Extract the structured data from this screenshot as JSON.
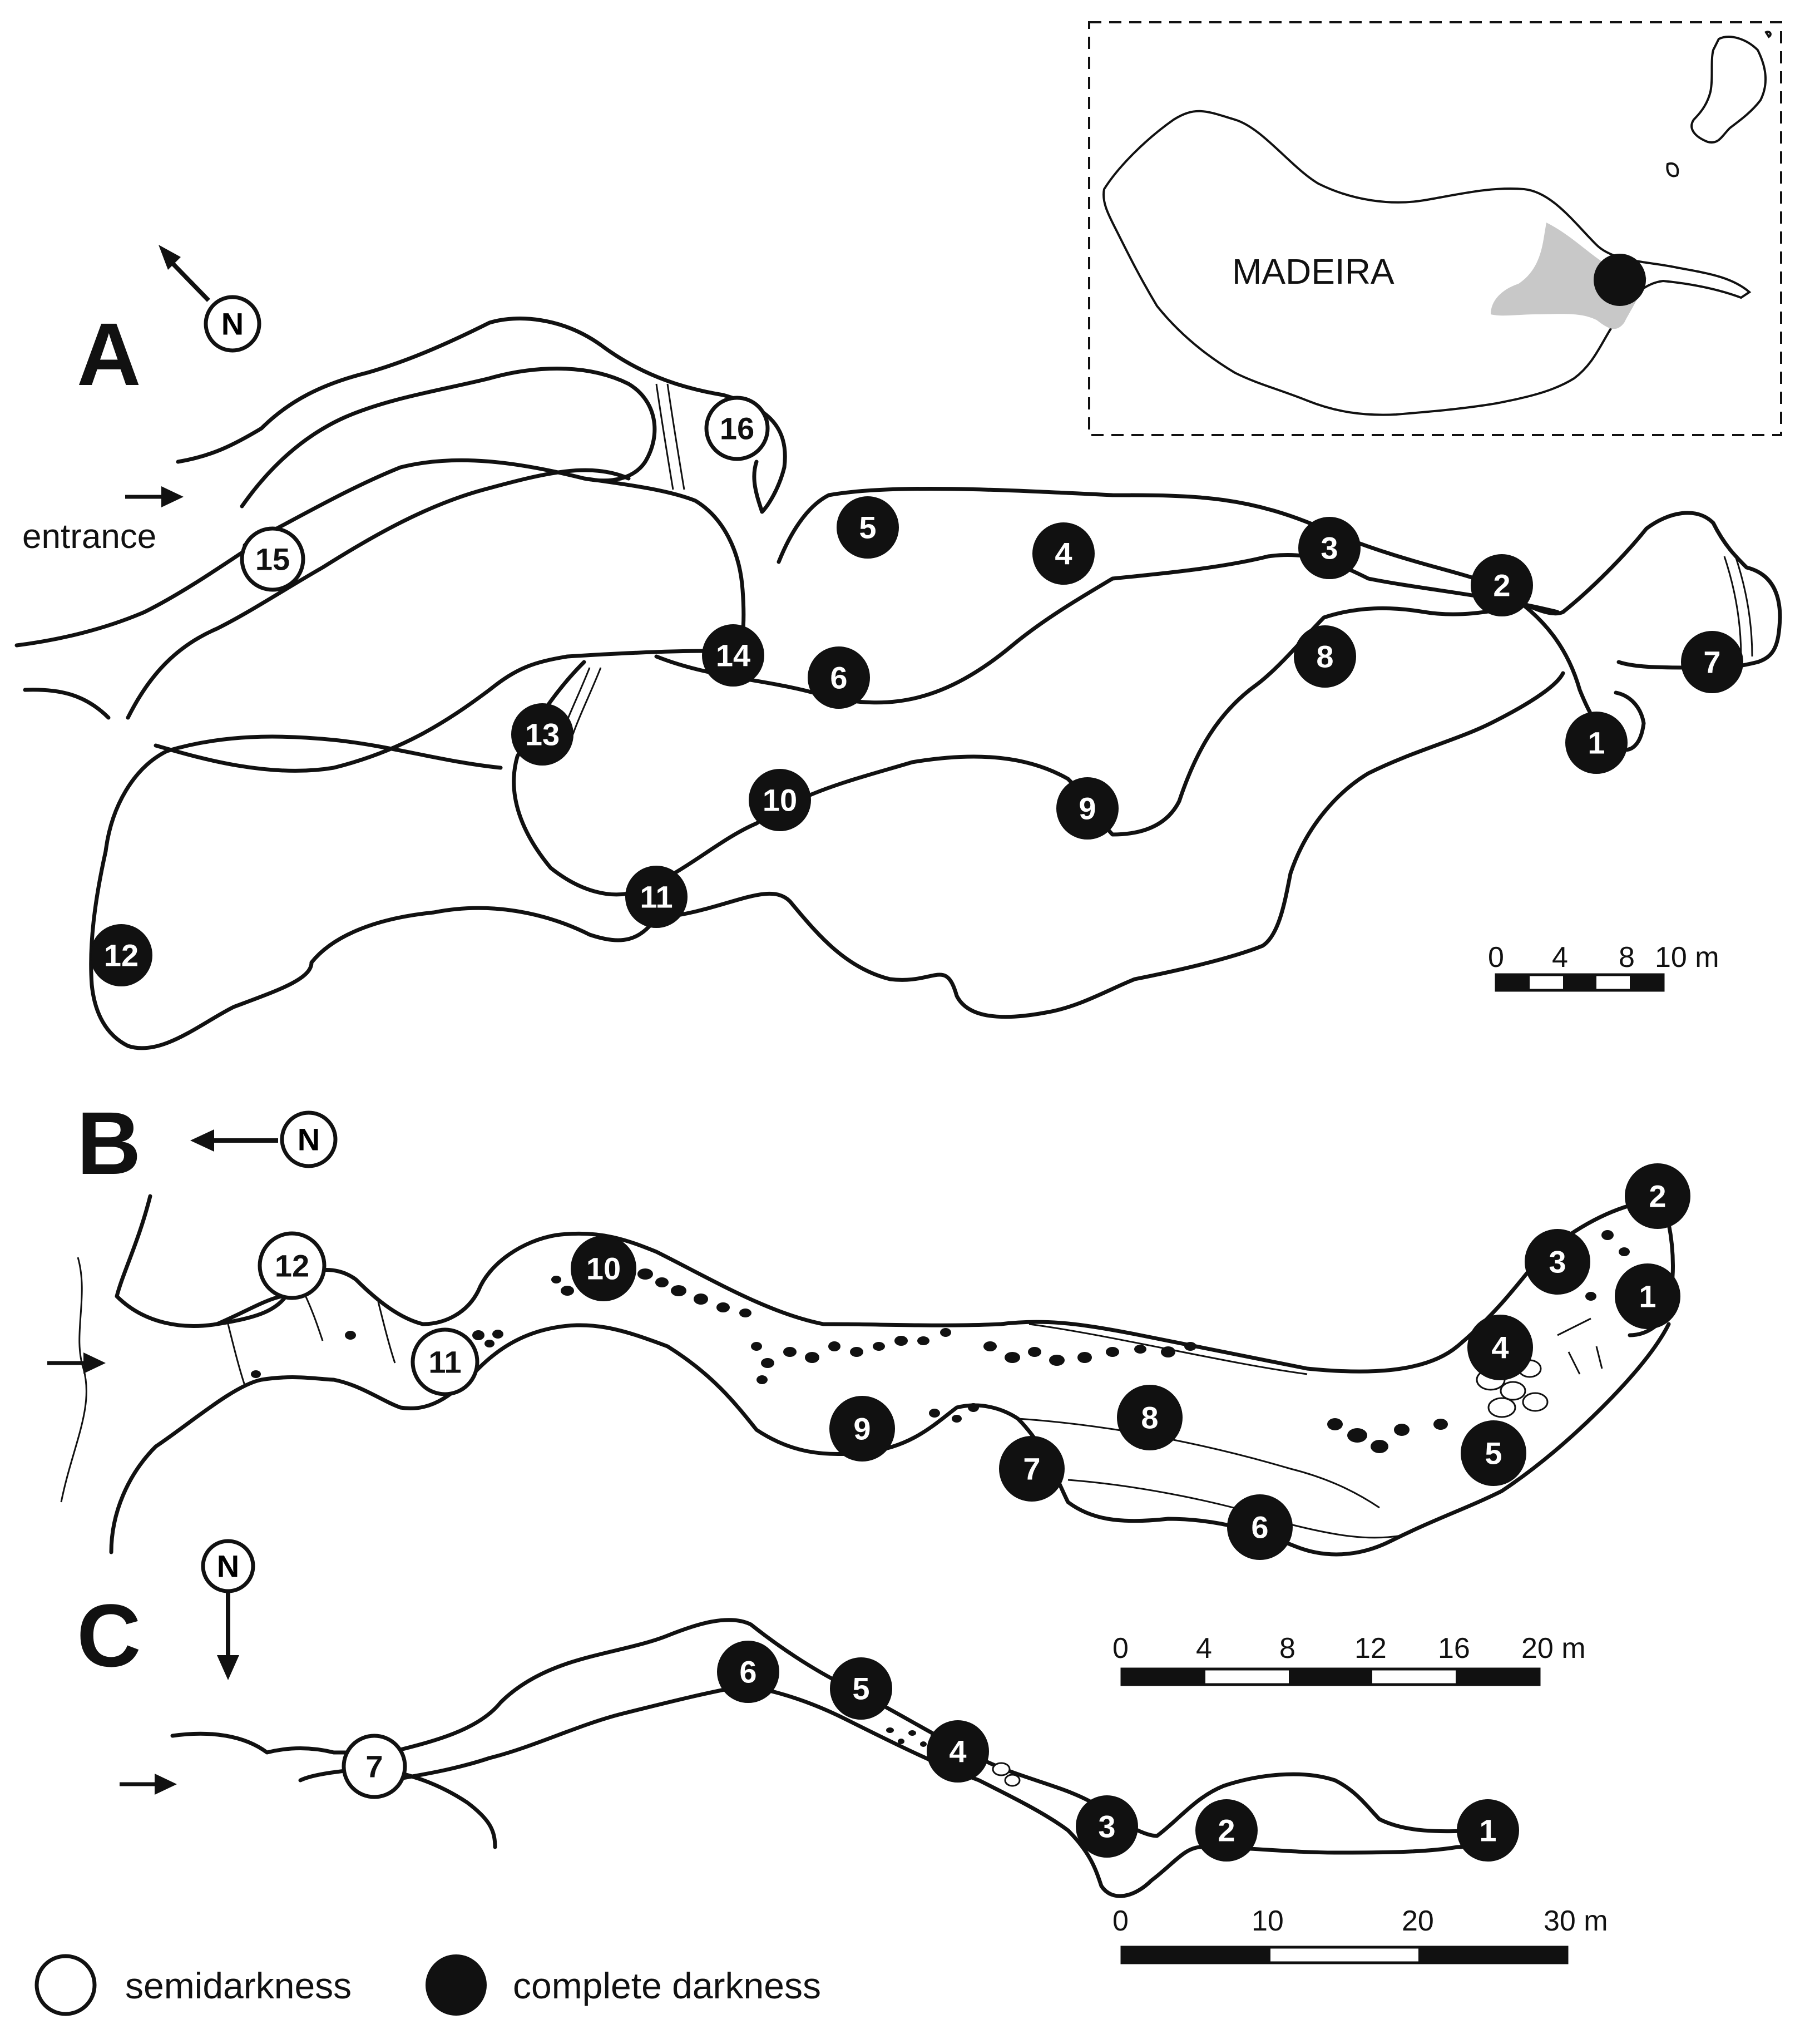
{
  "panels": {
    "A": {
      "label": "A",
      "entrance_label": "entrance",
      "scale": {
        "ticks": [
          "0",
          "4",
          "8"
        ],
        "end": "10 m"
      },
      "stations": [
        {
          "n": "1",
          "type": "complete darkness"
        },
        {
          "n": "2",
          "type": "complete darkness"
        },
        {
          "n": "3",
          "type": "complete darkness"
        },
        {
          "n": "4",
          "type": "complete darkness"
        },
        {
          "n": "5",
          "type": "complete darkness"
        },
        {
          "n": "6",
          "type": "complete darkness"
        },
        {
          "n": "7",
          "type": "complete darkness"
        },
        {
          "n": "8",
          "type": "complete darkness"
        },
        {
          "n": "9",
          "type": "complete darkness"
        },
        {
          "n": "10",
          "type": "complete darkness"
        },
        {
          "n": "11",
          "type": "complete darkness"
        },
        {
          "n": "12",
          "type": "complete darkness"
        },
        {
          "n": "13",
          "type": "complete darkness"
        },
        {
          "n": "14",
          "type": "complete darkness"
        },
        {
          "n": "15",
          "type": "semidarkness"
        },
        {
          "n": "16",
          "type": "semidarkness"
        }
      ]
    },
    "B": {
      "label": "B",
      "scale": {
        "ticks": [
          "0",
          "4",
          "8",
          "12",
          "16"
        ],
        "end": "20 m"
      },
      "stations": [
        {
          "n": "1",
          "type": "complete darkness"
        },
        {
          "n": "2",
          "type": "complete darkness"
        },
        {
          "n": "3",
          "type": "complete darkness"
        },
        {
          "n": "4",
          "type": "complete darkness"
        },
        {
          "n": "5",
          "type": "complete darkness"
        },
        {
          "n": "6",
          "type": "complete darkness"
        },
        {
          "n": "7",
          "type": "complete darkness"
        },
        {
          "n": "8",
          "type": "complete darkness"
        },
        {
          "n": "9",
          "type": "complete darkness"
        },
        {
          "n": "10",
          "type": "complete darkness"
        },
        {
          "n": "11",
          "type": "semidarkness"
        },
        {
          "n": "12",
          "type": "semidarkness"
        }
      ]
    },
    "C": {
      "label": "C",
      "scale": {
        "ticks": [
          "0",
          "10",
          "20"
        ],
        "end": "30 m"
      },
      "stations": [
        {
          "n": "1",
          "type": "complete darkness"
        },
        {
          "n": "2",
          "type": "complete darkness"
        },
        {
          "n": "3",
          "type": "complete darkness"
        },
        {
          "n": "4",
          "type": "complete darkness"
        },
        {
          "n": "5",
          "type": "complete darkness"
        },
        {
          "n": "6",
          "type": "complete darkness"
        },
        {
          "n": "7",
          "type": "semidarkness"
        }
      ]
    }
  },
  "north_label": "N",
  "inset": {
    "island_label": "MADEIRA",
    "highlight_color": "#c8c8c8"
  },
  "legend": {
    "semidarkness": "semidarkness",
    "complete_darkness": "complete darkness"
  }
}
